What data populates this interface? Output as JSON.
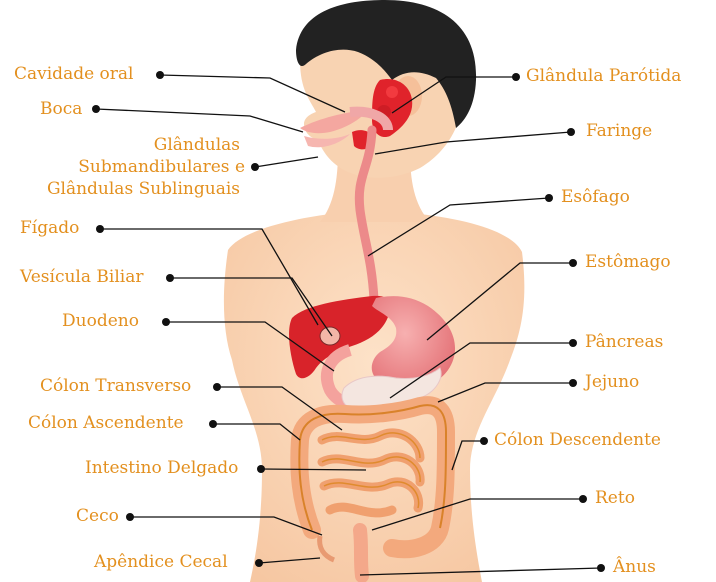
{
  "colors": {
    "label": "#e3901f",
    "skin": "#fad6b6",
    "skin_shadow": "#f3c19c",
    "hair": "#222222",
    "organ_red": "#d8232a",
    "esophagus": "#ec8080",
    "stomach": "#f08f8f",
    "intestine": "#f4b08e",
    "colon_outline": "#e08b2e"
  },
  "labels": {
    "cavidade_oral": "Cavidade oral",
    "boca": "Boca",
    "glandulas_line1": "Glândulas",
    "glandulas_line2": "Submandibulares e",
    "glandulas_line3": "Glândulas Sublinguais",
    "figado": "Fígado",
    "vesicula": "Vesícula Biliar",
    "duodeno": "Duodeno",
    "colon_transverso": "Cólon Transverso",
    "colon_ascendente": "Cólon Ascendente",
    "intestino_delgado": "Intestino Delgado",
    "ceco": "Ceco",
    "apendice": "Apêndice Cecal",
    "glandula_parotida": "Glândula Parótida",
    "faringe": "Faringe",
    "esofago": "Esôfago",
    "estomago": "Estômago",
    "pancreas": "Pâncreas",
    "jejuno": "Jejuno",
    "colon_descendente": "Cólon Descendente",
    "reto": "Reto",
    "anus": "Ânus"
  }
}
